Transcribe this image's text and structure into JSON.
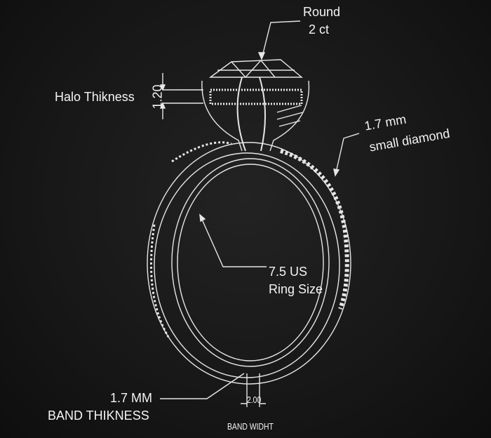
{
  "diagram": {
    "stone_label": {
      "line1": "Round",
      "line2": "2 ct"
    },
    "halo_label": "Halo Thikness",
    "halo_dimension": "1.20",
    "side_stone_label": {
      "line1": "1.7 mm",
      "line2": "small diamond"
    },
    "ring_size_label": {
      "line1": "7.5 US",
      "line2": "Ring Size"
    },
    "band_thickness_label": {
      "line1": "1.7 MM",
      "line2": "BAND THIKNESS"
    },
    "band_width_dimension": "2.00",
    "band_width_label": "BAND WIDHT"
  },
  "colors": {
    "background": "#141414",
    "line": "#e8e8e8"
  }
}
